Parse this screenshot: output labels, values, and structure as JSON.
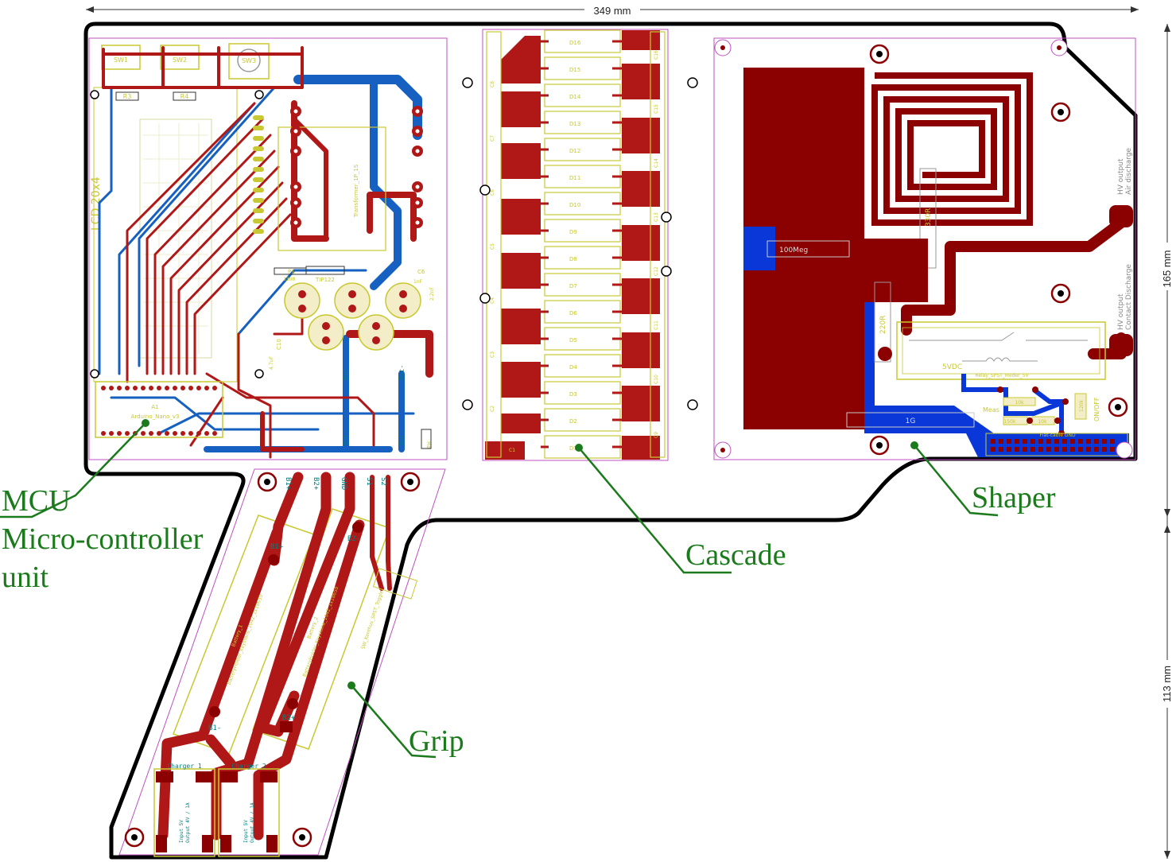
{
  "dimensions": {
    "width_label": "349 mm",
    "height_upper_label": "165 mm",
    "height_lower_label": "113 mm"
  },
  "callouts": {
    "mcu_line1": "MCU",
    "mcu_line2": "Micro-controller",
    "mcu_line3": "unit",
    "cascade": "Cascade",
    "shaper": "Shaper",
    "grip": "Grip"
  },
  "mcu_labels": {
    "sw1": "SW1",
    "sw2": "SW2",
    "sw3": "SW3",
    "r3": "R3",
    "r4": "R4",
    "lcd": "LCD 20x4",
    "arduino": "Arduino_Nano_v3",
    "a1": "A1",
    "transformer": "Transformer_1P_1S",
    "tip122": "TIP122",
    "c6": "C6",
    "c10": "C10",
    "r330": "330R",
    "p1": "P1",
    "r8": "R8",
    "cap_2_2": "2.2nF",
    "cap_1n": "1nF",
    "cap_47u": "4.7uF",
    "out_minus": "Out-",
    "out_plus": "Out+"
  },
  "cascade_labels": {
    "diodes": [
      "D16",
      "D15",
      "D14",
      "D13",
      "D12",
      "D11",
      "D10",
      "D9",
      "D8",
      "D7",
      "D6",
      "D5",
      "D4",
      "D3",
      "D2",
      "D1"
    ],
    "caps_left": [
      "C8",
      "C7",
      "C6",
      "C5",
      "C4",
      "C3",
      "C2",
      "C1"
    ],
    "caps_right": [
      "C16",
      "C15",
      "C14",
      "C13",
      "C12",
      "C11",
      "C10",
      "C9"
    ]
  },
  "shaper_labels": {
    "r100meg": "100Meg",
    "r330": "330R",
    "r220": "220R",
    "r1g": "1G",
    "relay": "Relay_SPST_Meder_5V",
    "v5dc": "5VDC",
    "meas": "Meas",
    "r10k_a": "10k",
    "r10k_b": "10k",
    "r150k": "150k",
    "r120k": "120k",
    "onoff": "ON/OFF",
    "flat_cable": "Flat-cable GND",
    "hv_air_1": "HV output",
    "hv_air_2": "Air discharge",
    "hv_contact_1": "HV output",
    "hv_contact_2": "Contact Discharge"
  },
  "grip_labels": {
    "b1plus_top": "B1+",
    "b2plus_top": "B2+",
    "gnd_top": "GND",
    "s1_top": "S1",
    "s2_top": "S2",
    "b1plus": "B1+",
    "b1minus": "B1-",
    "b2minus": "B2-",
    "b2plus": "B2+",
    "battery1": "Battery_1",
    "battery2": "Battery_2",
    "bh1": "BatteryHolder_Keystone_1042_1x18650",
    "switch": "SW_Kenthus_SPST_Toggle",
    "charger1": "Charger 1",
    "charger2": "Charger 2",
    "charger_in1": "Input 5V",
    "charger_out1": "Output 4V / 1A",
    "charger_in2": "Input 5V",
    "charger_out2": "Output 4V / 1A"
  },
  "colors": {
    "outline": "#000000",
    "copper_front": "#a01010",
    "copper_back": "#1560c0",
    "silkscreen": "#c8c832",
    "pad": "#a01010",
    "courtyard": "#c050c0",
    "callout": "#1b7a1b",
    "background": "#ffffff"
  }
}
